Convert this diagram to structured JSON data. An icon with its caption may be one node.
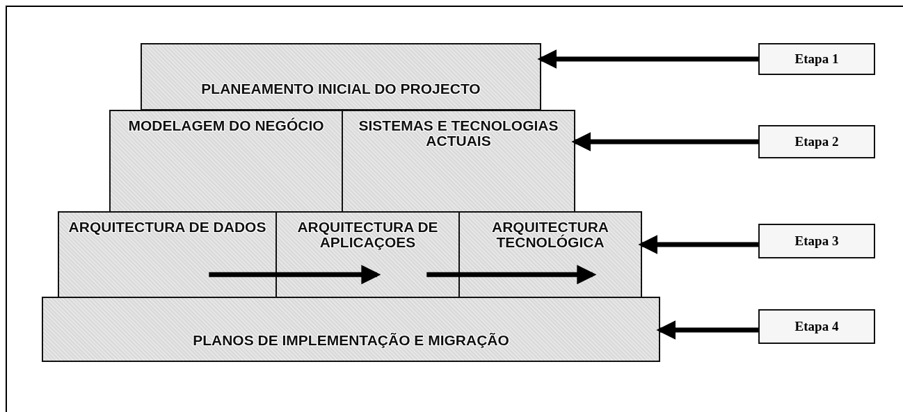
{
  "diagram": {
    "nodes": [
      {
        "text": [
          "PLANEAMENTO INICIAL DO PROJECTO"
        ]
      },
      {
        "text": [
          "MODELAGEM DO NEGÓCIO"
        ]
      },
      {
        "text": [
          "SISTEMAS E TECNOLOGIAS ACTUAIS"
        ]
      },
      {
        "text": [
          "ARQUITECTURA DE DADOS"
        ]
      },
      {
        "text": [
          "ARQUITECTURA DE APLICAÇOES"
        ]
      },
      {
        "text": [
          "ARQUITECTURA TECNOLÓGICA"
        ]
      },
      {
        "text": [
          "PLANOS DE IMPLEMENTAÇÃO E MIGRAÇÃO"
        ]
      },
      {
        "text": [
          "Etapa 1"
        ]
      },
      {
        "text": [
          "Etapa 2"
        ]
      },
      {
        "text": [
          "Etapa 3"
        ]
      },
      {
        "text": [
          "Etapa 4"
        ]
      }
    ],
    "edges": [
      {
        "from": 7,
        "to": 0,
        "arrow": "to"
      },
      {
        "from": 8,
        "to": 2,
        "arrow": "to"
      },
      {
        "from": 9,
        "to": 5,
        "arrow": "to"
      },
      {
        "from": 10,
        "to": 6,
        "arrow": "to"
      },
      {
        "from": 3,
        "to": 4,
        "arrow": "to"
      },
      {
        "from": 4,
        "to": 5,
        "arrow": "to"
      }
    ]
  }
}
